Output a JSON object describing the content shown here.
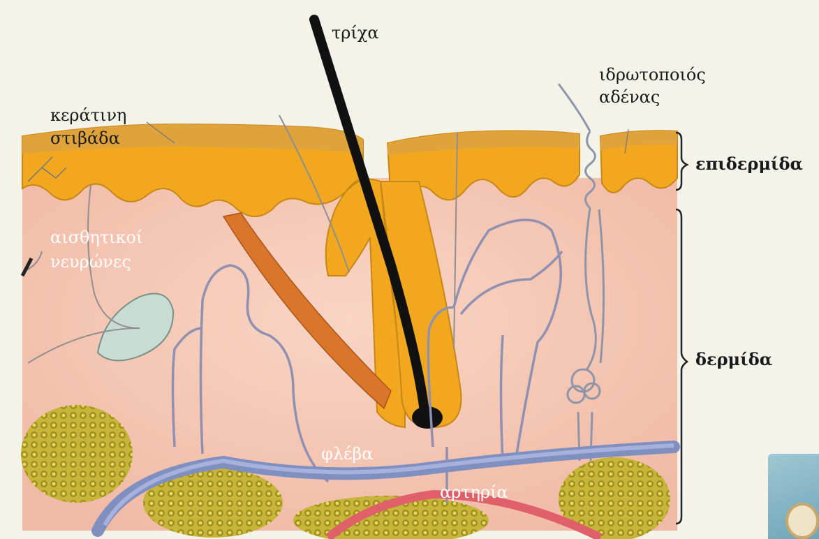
{
  "labels": {
    "hair": "τρίχα",
    "sweat_gland_1": "ιδρωτοποιός",
    "sweat_gland_2": "αδένας",
    "keratin_1": "κεράτινη",
    "keratin_2": "στιβάδα",
    "epidermis": "επιδερμίδα",
    "sensory_1": "αισθητικοί",
    "sensory_2": "νευρώνες",
    "dermis": "δερμίδα",
    "vein": "φλέβα",
    "artery": "αρτηρία"
  },
  "colors": {
    "background": "#f4f3ea",
    "epidermis": "#f1a81f",
    "keratin": "#e0a23a",
    "dermis": "#f6c9b6",
    "hair": "#111111",
    "vein": "#7f8fc0",
    "artery": "#e0606a",
    "fat": "#b3a21f",
    "muscle": "#d9762a",
    "receptor": "#c8dcd4"
  },
  "icons": [
    "bracket-icon",
    "thumbnail-image"
  ]
}
